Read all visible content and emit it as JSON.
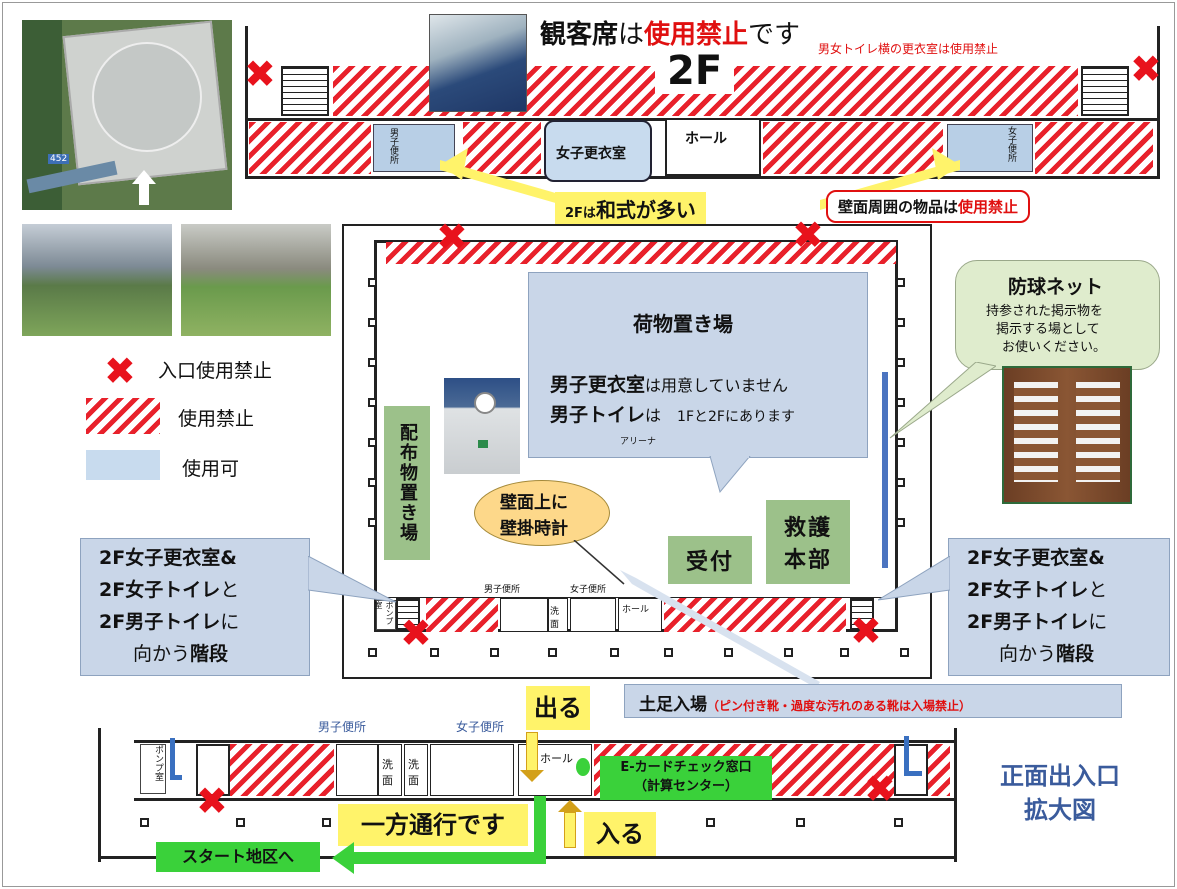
{
  "top": {
    "title_prefix": "観客席",
    "title_mid": "は",
    "title_red": "使用禁止",
    "title_suffix": "です",
    "floor": "2F",
    "note": "男女トイレ横の更衣室は使用禁止",
    "women_room": "女子更衣室",
    "hall": "ホール",
    "men_toilet": "男子便所",
    "women_toilet": "女子便所",
    "japanese_style_prefix": "2Fは",
    "japanese_style_suffix": "和式が多い",
    "wall_items_prefix": "壁面周囲の物品は",
    "wall_items_red": "使用禁止"
  },
  "aerial": {
    "road_number": "452"
  },
  "legend": {
    "entrance_forbidden": "入口使用禁止",
    "forbidden": "使用禁止",
    "allowed": "使用可"
  },
  "arena": {
    "luggage_title": "荷物置き場",
    "luggage_line1_bold": "男子更衣室",
    "luggage_line1_rest": "は用意していません",
    "luggage_line2_bold": "男子トイレ",
    "luggage_line2_mid": "は　",
    "luggage_line2_rest": "1Fと2Fにあります",
    "arena_label": "アリーナ",
    "distribution": "配布物置き場",
    "clock_line1": "壁面上に",
    "clock_line2": "壁掛時計",
    "reception": "受付",
    "rescue_line1": "救護",
    "rescue_line2": "本部",
    "men_toilet": "男子便所",
    "women_toilet": "女子便所",
    "hall": "ホール",
    "washroom": "洗面",
    "pump": "ポンプ室"
  },
  "net": {
    "title": "防球ネット",
    "line1": "持参された掲示物を",
    "line2": "掲示する場として",
    "line3": "お使いください。"
  },
  "stairs_note": {
    "line1": "2F女子更衣室&",
    "line2_bold": "2F女子トイレ",
    "line2_rest": "と",
    "line3_bold": "2F男子トイレ",
    "line3_rest": "に",
    "line4_rest": "向かう",
    "line4_bold": "階段"
  },
  "entrance": {
    "shoes_label": "土足入場",
    "shoes_note": "（ピン付き靴・過度な汚れのある靴は入場禁止）",
    "exit": "出る",
    "enter": "入る",
    "one_way": "一方通行です",
    "to_start": "スタート地区へ",
    "ecard_line1": "E-カードチェック窓口",
    "ecard_line2": "（計算センター）",
    "men_toilet": "男子便所",
    "women_toilet": "女子便所",
    "hall": "ホール",
    "washroom": "洗面",
    "pump": "ポンプ室",
    "title_line1": "正面出入口",
    "title_line2": "拡大図"
  },
  "colors": {
    "forbidden_red": "#e8212b",
    "allowed_blue": "#b8cfe6",
    "callout_blue": "#c9d6e8",
    "label_green": "#9cc18a",
    "highlight_yellow": "#fff36a",
    "arrow_green": "#3ad13a",
    "navy_text": "#3a5b9c"
  }
}
